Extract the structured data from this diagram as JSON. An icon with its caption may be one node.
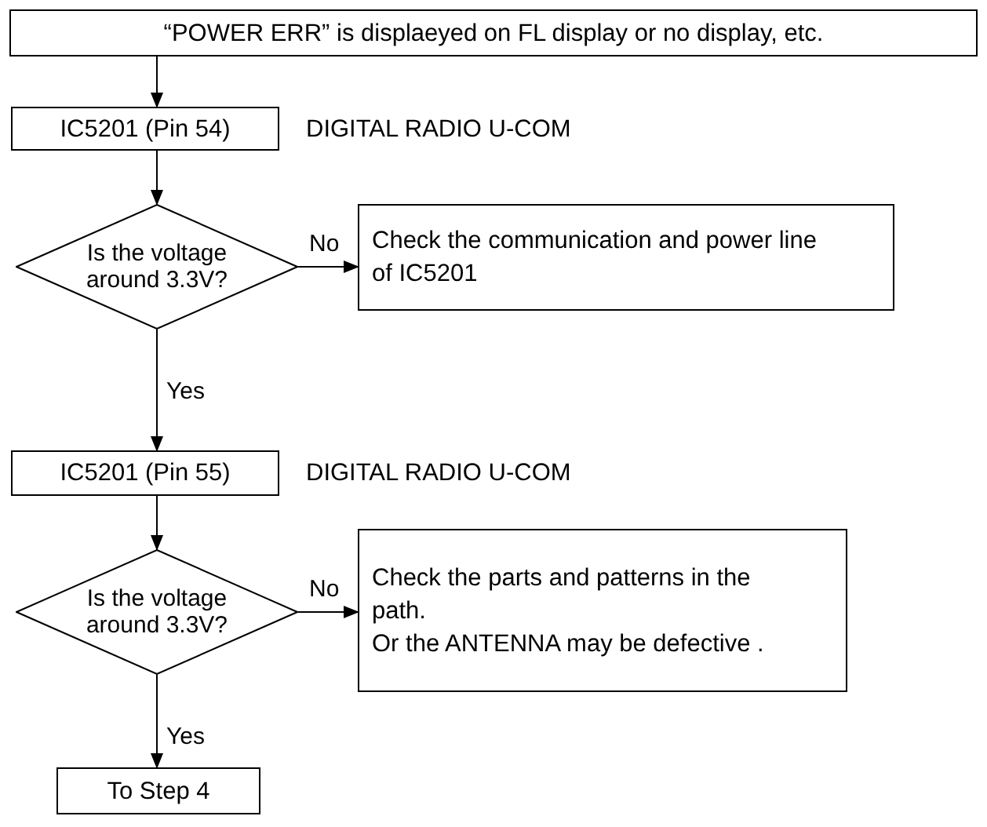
{
  "diagram": {
    "nodes": [
      {
        "text": [
          "“POWER ERR” is displaeyed on FL display or no display, etc."
        ]
      },
      {
        "text": [
          "IC5201 (Pin 54)"
        ],
        "beside": [
          "DIGITAL RADIO U-COM"
        ]
      },
      {
        "text": [
          "Is the voltage around 3.3V?"
        ]
      },
      {
        "text": [
          "Check the communication and power line of IC5201"
        ]
      },
      {
        "text": [
          "IC5201 (Pin 55)"
        ],
        "beside": [
          "DIGITAL RADIO U-COM"
        ]
      },
      {
        "text": [
          "Is the voltage around 3.3V?"
        ]
      },
      {
        "text": [
          "Check the parts and patterns in the path.",
          "Or the ANTENNA may be defective ."
        ]
      },
      {
        "text": [
          "To Step 4"
        ]
      }
    ],
    "edges": [
      {
        "from": 0,
        "to": 1,
        "arrow": "to"
      },
      {
        "from": 1,
        "to": 2,
        "arrow": "to"
      },
      {
        "from": 2,
        "to": 3,
        "arrow": "to",
        "label": "No"
      },
      {
        "from": 2,
        "to": 4,
        "arrow": "to",
        "label": "Yes"
      },
      {
        "from": 4,
        "to": 5,
        "arrow": "to"
      },
      {
        "from": 5,
        "to": 6,
        "arrow": "to",
        "label": "No"
      },
      {
        "from": 5,
        "to": 7,
        "arrow": "to",
        "label": "Yes"
      }
    ]
  }
}
